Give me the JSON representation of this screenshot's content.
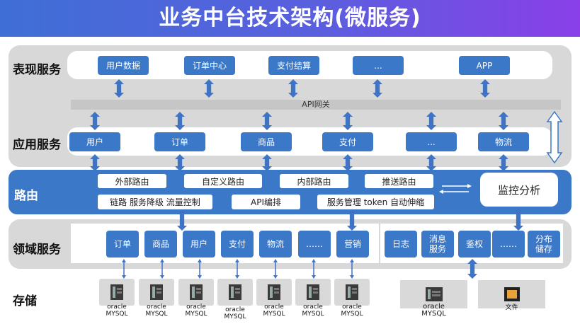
{
  "title": "业务中台技术架构(微服务)",
  "layers": {
    "presentation": "表现服务",
    "application": "应用服务",
    "routing": "路由",
    "domain": "领域服务",
    "storage": "存储"
  },
  "presentation_items": [
    "用户数据",
    "订单中心",
    "支付结算",
    "...",
    "APP"
  ],
  "gateway": "API网关",
  "application_items": [
    "用户",
    "订单",
    "商品",
    "支付",
    "...",
    "物流"
  ],
  "routing_items": {
    "row1": [
      "外部路由",
      "自定义路由",
      "内部路由",
      "推送路由"
    ],
    "row2": [
      "链路 服务降级 流量控制",
      "API编排",
      "服务管理 token 自动伸缩"
    ]
  },
  "monitor": "监控分析",
  "domain_items_left": [
    "订单",
    "商品",
    "用户",
    "支付",
    "物流",
    "……",
    "营销"
  ],
  "domain_items_right": [
    "日志",
    "消息\n服务",
    "鉴权",
    "……",
    "分布\n储存"
  ],
  "storage": {
    "db_line1": "oracle",
    "db_line2": "MYSQL",
    "big_line1": "oracle",
    "big_line2": "MYSQL",
    "file_label": "文件"
  },
  "colors": {
    "accent_blue": "#3b78c8",
    "panel_gray": "#d8d8d8",
    "arrow_blue": "#3f73c4"
  }
}
